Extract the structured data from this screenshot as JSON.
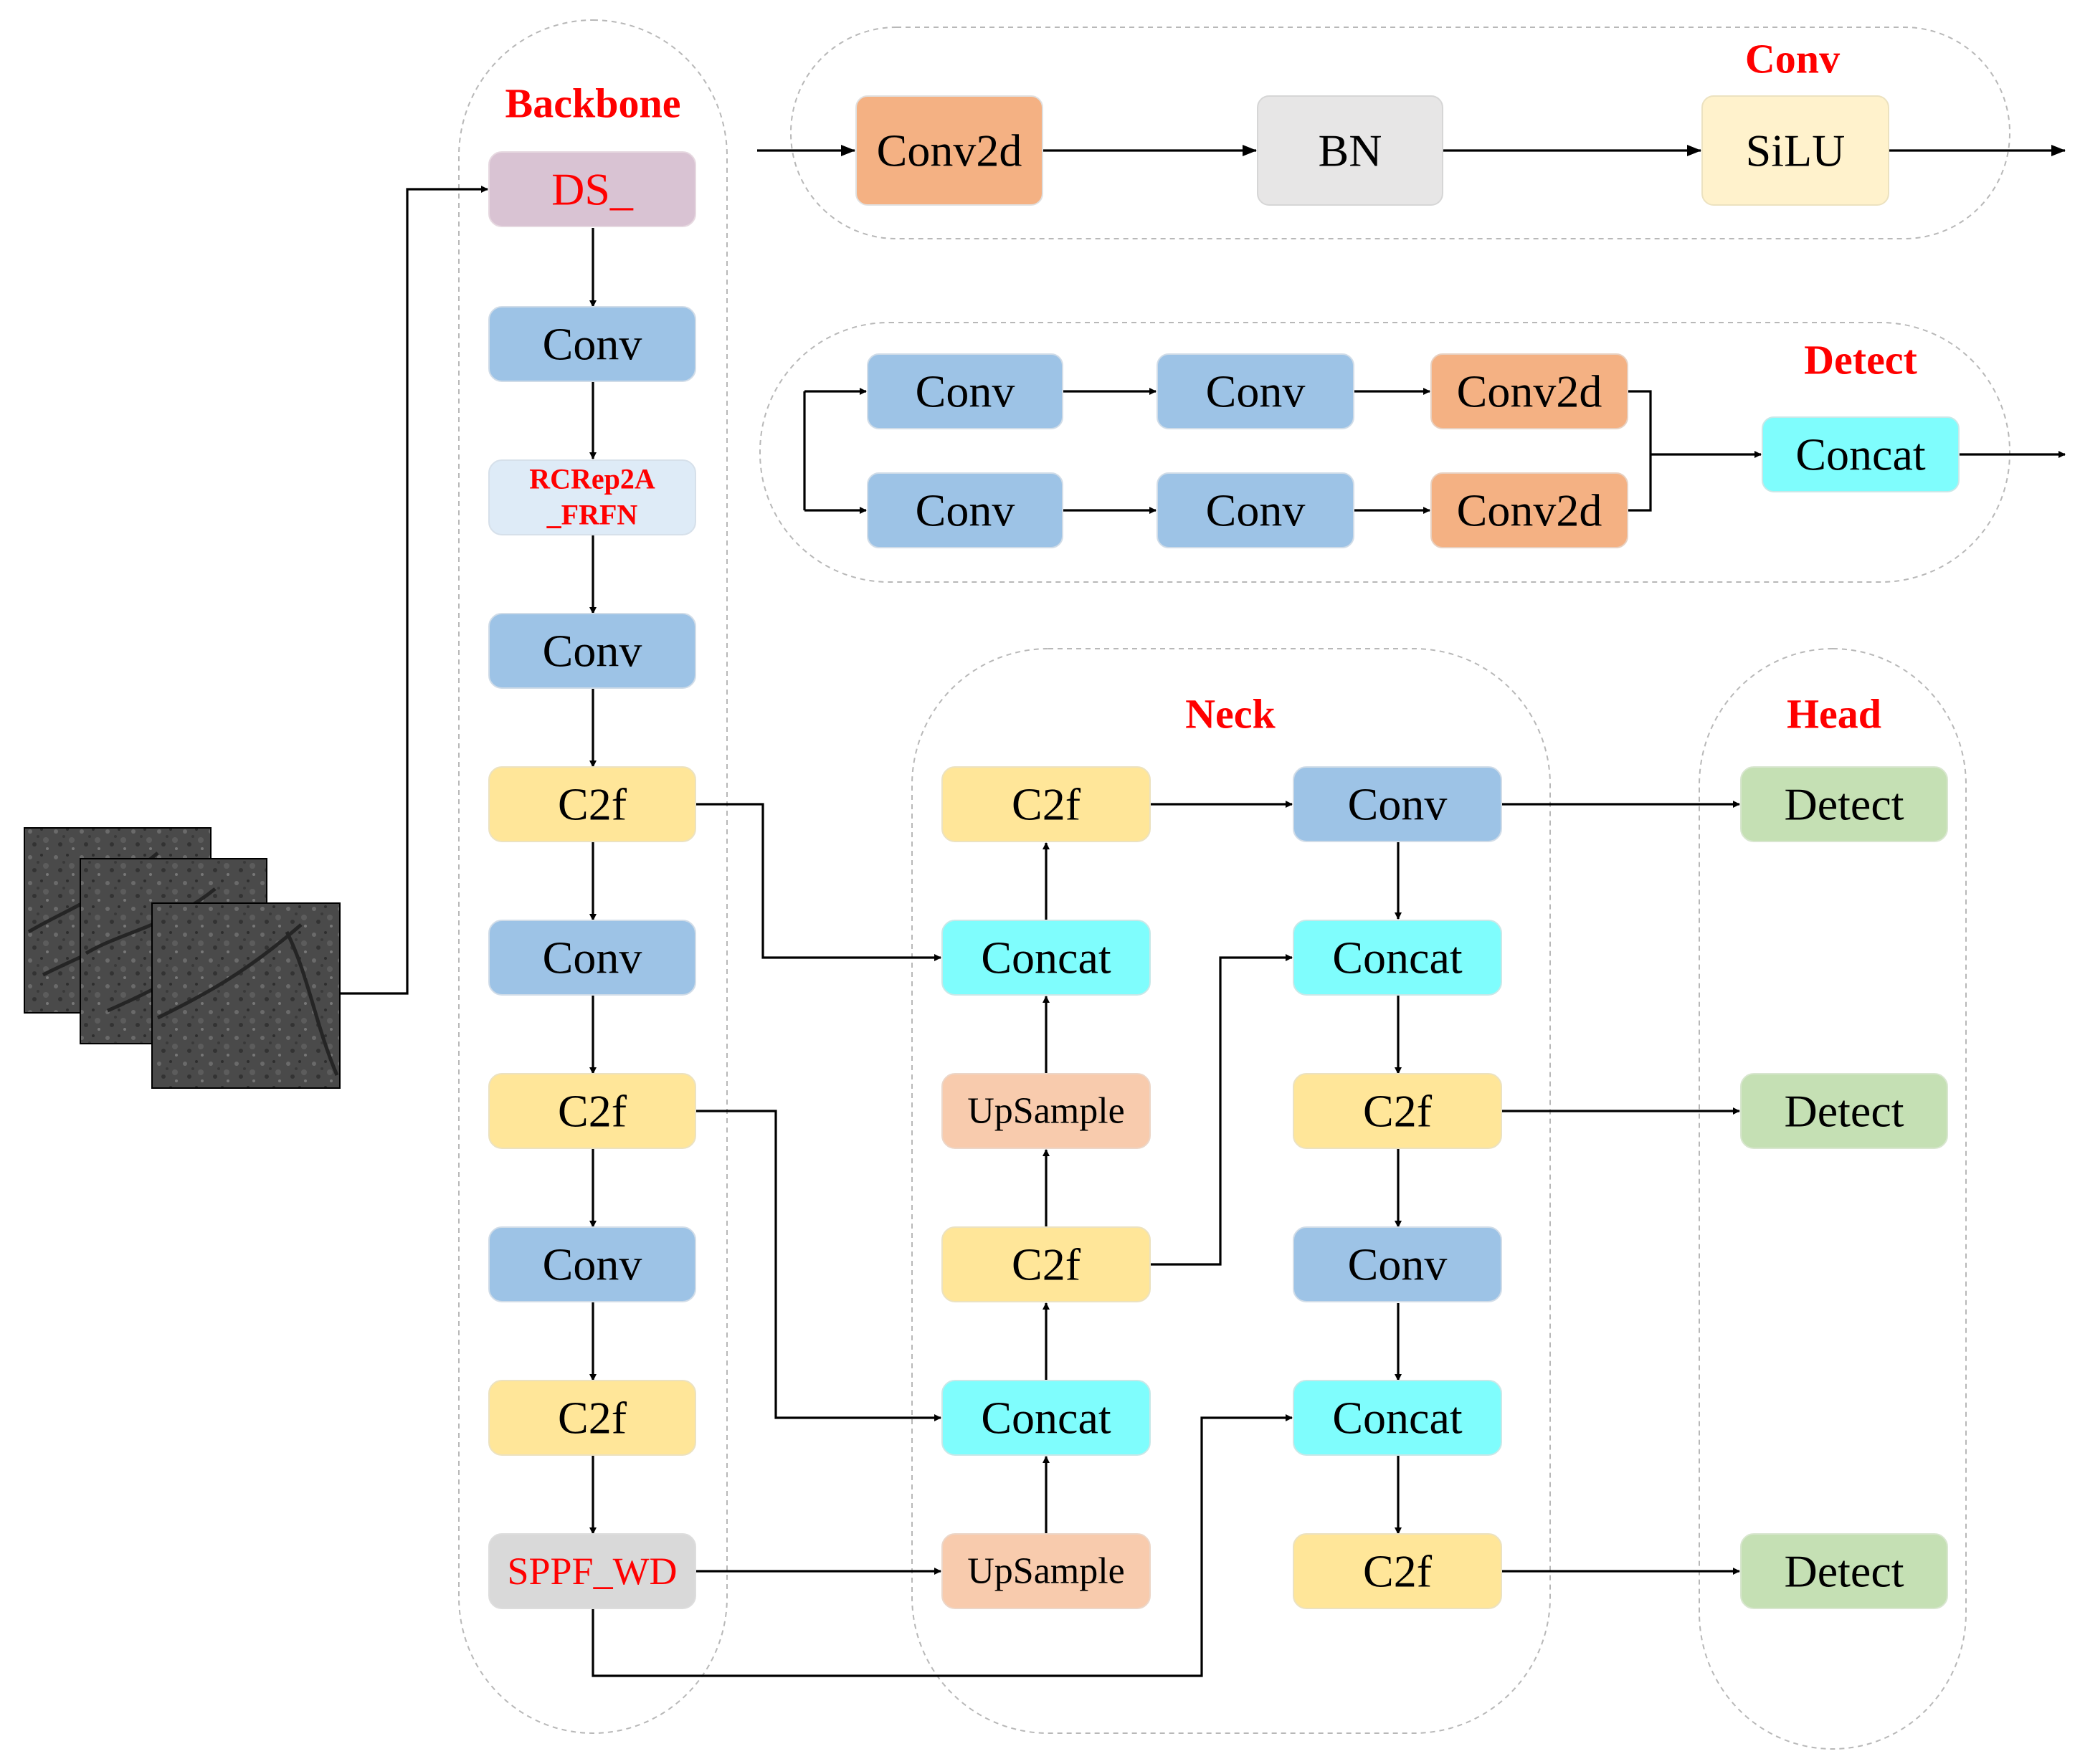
{
  "regions": {
    "backbone_title": "Backbone",
    "conv_title": "Conv",
    "detect_title": "Detect",
    "neck_title": "Neck",
    "head_title": "Head"
  },
  "conv_module": {
    "conv2d": "Conv2d",
    "bn": "BN",
    "silu": "SiLU"
  },
  "detect_module": {
    "conv_a1": "Conv",
    "conv_a2": "Conv",
    "conv2d_a": "Conv2d",
    "conv_b1": "Conv",
    "conv_b2": "Conv",
    "conv2d_b": "Conv2d",
    "concat": "Concat"
  },
  "backbone": {
    "ds": "DS_",
    "conv1": "Conv",
    "rcrep_line1": "RCRep2A",
    "rcrep_line2": "_FRFN",
    "conv2": "Conv",
    "c2f1": "C2f",
    "conv3": "Conv",
    "c2f2": "C2f",
    "conv4": "Conv",
    "c2f3": "C2f",
    "sppf": "SPPF_WD"
  },
  "neck": {
    "c2f_top": "C2f",
    "concat1": "Concat",
    "upsample1": "UpSample",
    "c2f_mid": "C2f",
    "concat2": "Concat",
    "upsample2": "UpSample",
    "conv_top": "Conv",
    "concat3": "Concat",
    "c2f_r1": "C2f",
    "conv_r": "Conv",
    "concat4": "Concat",
    "c2f_r2": "C2f"
  },
  "head": {
    "detect1": "Detect",
    "detect2": "Detect",
    "detect3": "Detect"
  },
  "colors": {
    "conv": "#9dc3e6",
    "c2f": "#ffe699",
    "concat": "#7ffdfd",
    "upsample": "#f8cbad",
    "detect": "#c5e0b4",
    "conv2d": "#f4b183",
    "bn": "#e7e6e6",
    "silu": "#fff2cc",
    "ds": "#d9c3d3",
    "rcrep": "#deebf7",
    "sppf": "#d9d9d9",
    "accent_red": "#ff0000"
  }
}
